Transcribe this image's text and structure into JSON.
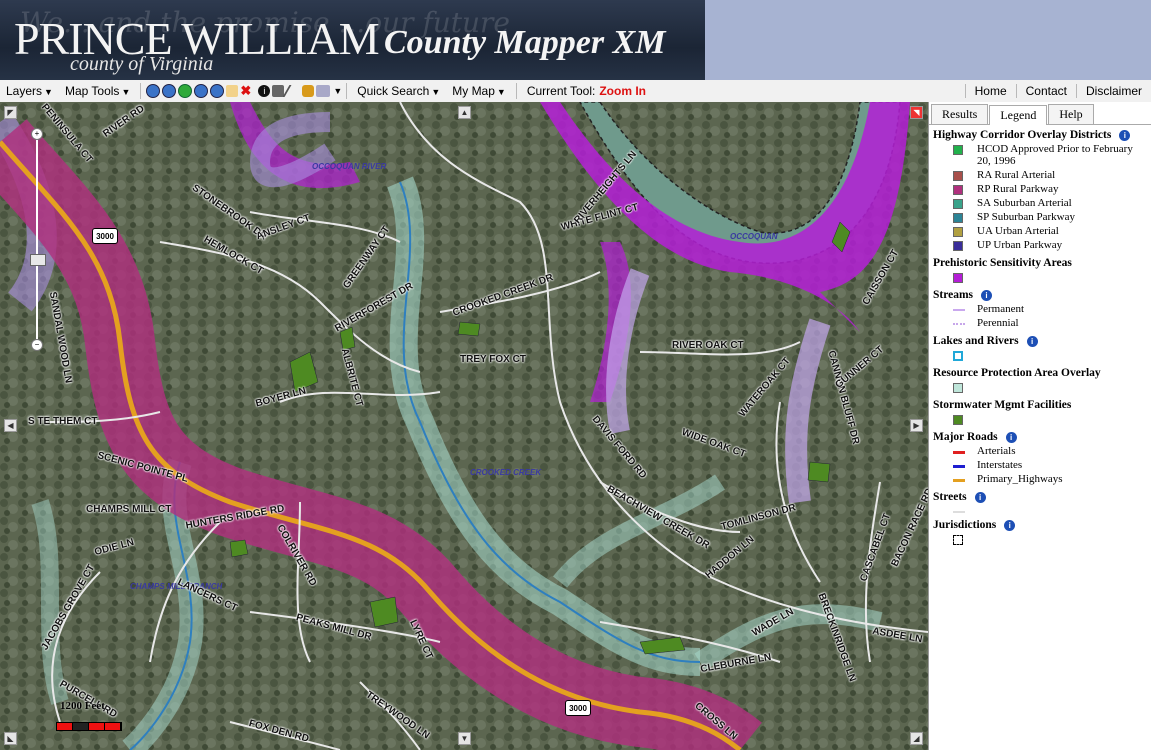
{
  "header": {
    "brand_line1": "PRINCE WILLIAM",
    "brand_line2": "county of Virginia",
    "app_title": "County Mapper XM",
    "script_text": "We... and the promise ...our future"
  },
  "menu": {
    "layers": "Layers",
    "map_tools": "Map Tools",
    "quick_search": "Quick Search",
    "my_map": "My Map",
    "current_tool_label": "Current Tool:",
    "current_tool_value": "Zoom In",
    "home": "Home",
    "contact": "Contact",
    "disclaimer": "Disclaimer"
  },
  "toolbar_icons": [
    "zoom-in-icon",
    "zoom-out-icon",
    "full-extent-icon",
    "zoom-prev-icon",
    "zoom-next-icon",
    "pan-hand-icon",
    "clear-icon",
    "identify-icon",
    "select-icon",
    "measure-icon",
    "person-icon",
    "print-icon"
  ],
  "tabs": [
    "Results",
    "Legend",
    "Help"
  ],
  "active_tab": "Legend",
  "legend": {
    "hcod": {
      "title": "Highway Corridor Overlay Districts",
      "items": [
        {
          "label": "HCOD Approved Prior to February 20, 1996",
          "color": "#22b14c"
        },
        {
          "label": "RA Rural Arterial",
          "color": "#a8504b"
        },
        {
          "label": "RP Rural Parkway",
          "color": "#b0307e"
        },
        {
          "label": "SA Suburban Arterial",
          "color": "#3aa38b"
        },
        {
          "label": "SP Suburban Parkway",
          "color": "#2c8496"
        },
        {
          "label": "UA Urban Arterial",
          "color": "#b1a040"
        },
        {
          "label": "UP Urban Parkway",
          "color": "#3a2e9a"
        }
      ]
    },
    "prehistoric": {
      "title": "Prehistoric Sensitivity Areas",
      "color": "#b41ed6"
    },
    "streams": {
      "title": "Streams",
      "items": [
        {
          "label": "Permanent",
          "color": "#c9a8ee"
        },
        {
          "label": "Perennial",
          "color": "#c9a8ee"
        }
      ]
    },
    "lakes": {
      "title": "Lakes and Rivers",
      "color": "#20a8d8"
    },
    "rpa": {
      "title": "Resource Protection Area Overlay",
      "color": "#bfe6da"
    },
    "stormwater": {
      "title": "Stormwater Mgmt Facilities",
      "color": "#4e8a22"
    },
    "roads": {
      "title": "Major Roads",
      "items": [
        {
          "label": "Arterials",
          "color": "#e02020"
        },
        {
          "label": "Interstates",
          "color": "#1e1ed0"
        },
        {
          "label": "Primary_Highways",
          "color": "#e4a020"
        }
      ]
    },
    "streets": {
      "title": "Streets",
      "color": "#dddddd"
    },
    "jurisdictions": {
      "title": "Jurisdictions"
    }
  },
  "map": {
    "scale_text": "1200 Feet",
    "route_number": "3000",
    "water_labels": [
      "OCCOQUAN RIVER",
      "OCCOQUAN",
      "CROOKED CREEK",
      "CHAMPS MILL BRANCH"
    ],
    "street_labels": [
      "PENINSULA CT",
      "RIVER RD",
      "STONEBROOK DR",
      "ANSLEY CT",
      "HEMLOCK CT",
      "GREENWAY CT",
      "RIVERFOREST DR",
      "WHITE FLINT CT",
      "RIVERHEIGHTS LN",
      "CROOKED CREEK DR",
      "CAISSON CT",
      "SANDAL WOOD LN",
      "RIVER OAK CT",
      "TREY FOX CT",
      "BOYER LN",
      "ALBRITE CT",
      "WATEROAK CT",
      "CANNON BLUFF DR",
      "GUNNER CT",
      "S TE THEM CT",
      "WIDE OAK CT",
      "DAVIS FORD RD",
      "SCENIC POINTE PL",
      "CHAMPS MILL CT",
      "HUNTERS RIDGE RD",
      "BEACHVIEW CREEK DR",
      "TOMLINSON DR",
      "ODIE LN",
      "COLRIVER RD",
      "HADDON LN",
      "CASCABEL CT",
      "BACON RACE RD",
      "JACOBS GROVE CT",
      "LANCERS CT",
      "PEAKS MILL DR",
      "LYRE CT",
      "WADE LN",
      "BRECKINRIDGE LN",
      "ASDEE LN",
      "CLEBURNE LN",
      "PURCELL RD",
      "TREYWOOD LN",
      "FOX DEN RD",
      "CROSS LN"
    ]
  }
}
